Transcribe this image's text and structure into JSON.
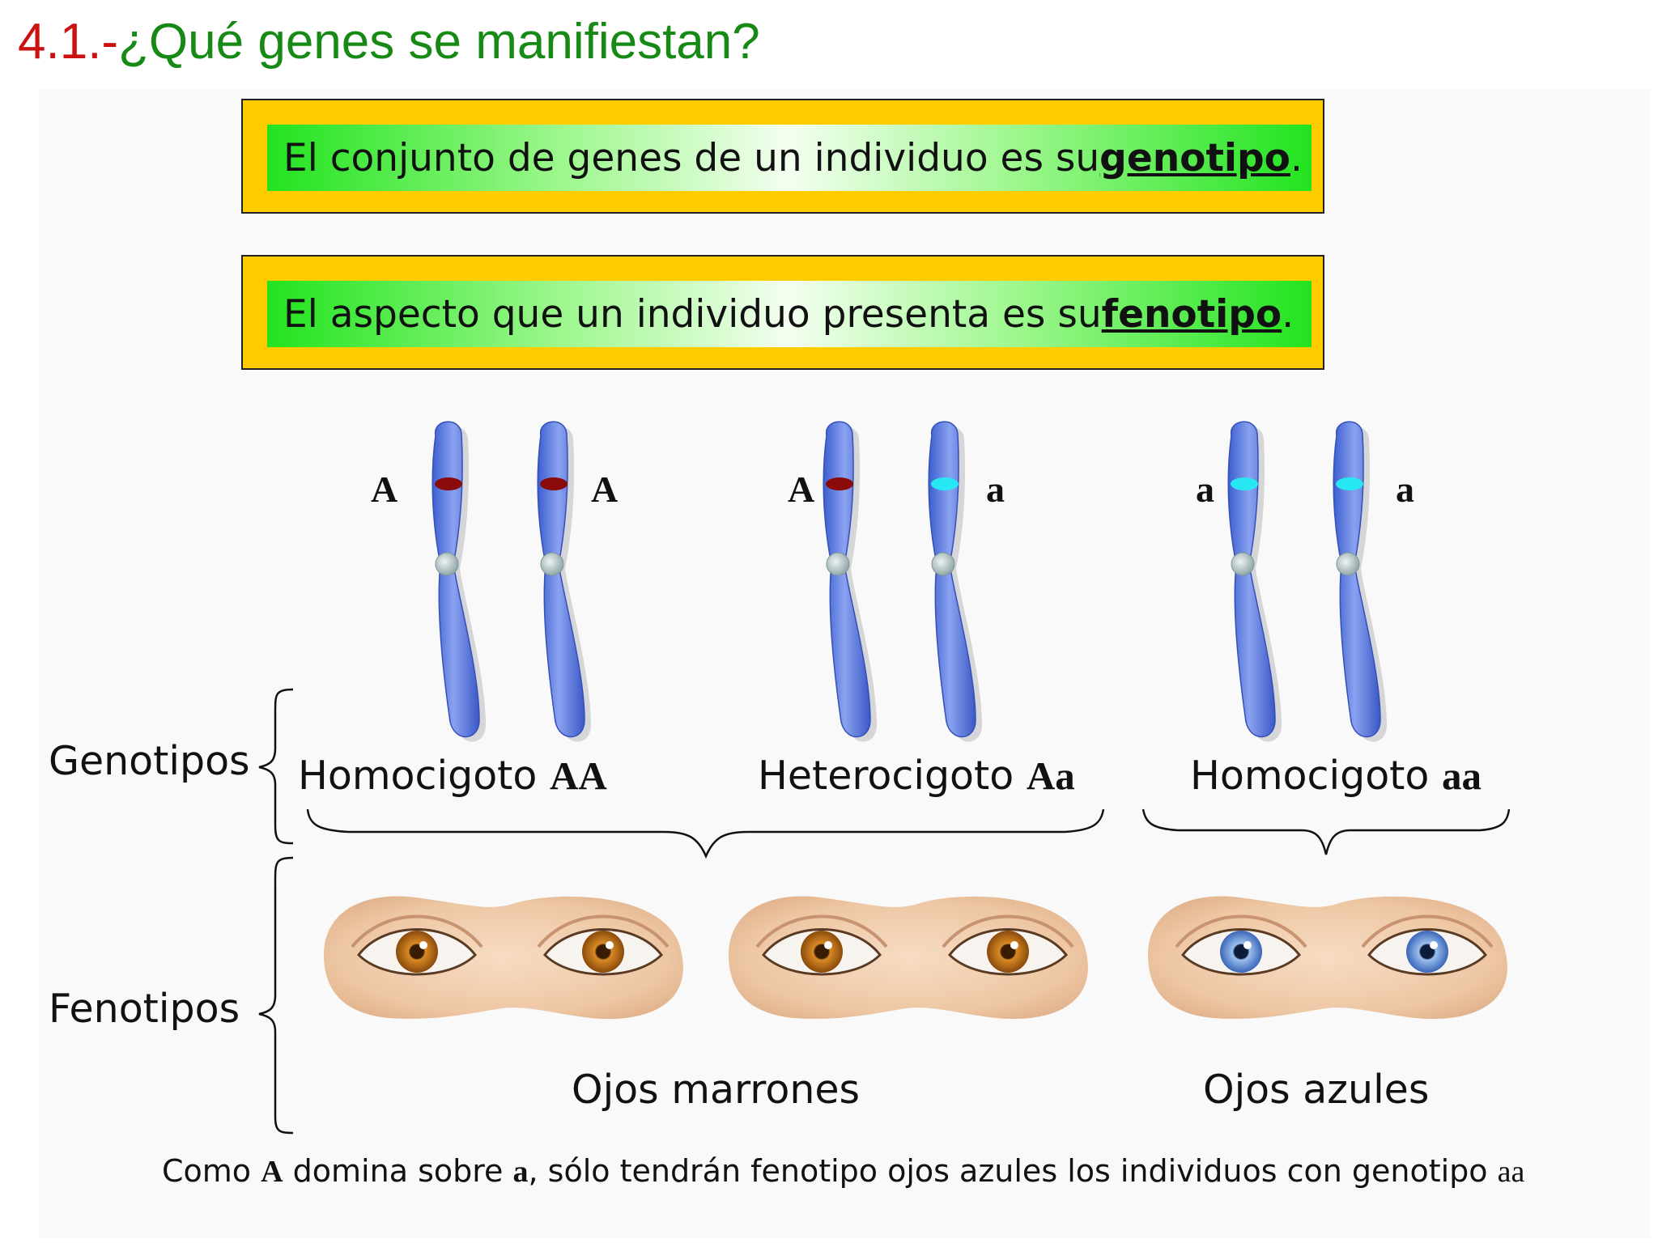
{
  "title": {
    "number": "4.1.-",
    "text": "¿Qué genes se manifiestan?"
  },
  "definitions": [
    {
      "prefix": "El conjunto de genes de un individuo es su ",
      "keyword": "genotipo",
      "suffix": "."
    },
    {
      "prefix": "El aspecto que un individuo presenta es su ",
      "keyword": "fenotipo",
      "suffix": "."
    }
  ],
  "alleles": {
    "pair1": [
      "A",
      "A"
    ],
    "pair2": [
      "A",
      "a"
    ],
    "pair3": [
      "a",
      "a"
    ]
  },
  "colors": {
    "dominant_band": "#8b0a0a",
    "recessive_band": "#27e8f2",
    "chromosome": "#5a79e0",
    "title_number": "#cc1111",
    "title_text": "#178a16",
    "box_outer": "#ffcc00",
    "box_inner": "#22e31f"
  },
  "genotypes": {
    "side_label": "Genotipos",
    "items": [
      {
        "name": "Homocigoto ",
        "code": "AA"
      },
      {
        "name": "Heterocigoto ",
        "code": "Aa"
      },
      {
        "name": "Homocigoto ",
        "code": "aa"
      }
    ]
  },
  "phenotypes": {
    "side_label": "Fenotipos",
    "brown": "Ojos marrones",
    "blue": "Ojos azules"
  },
  "footer": {
    "t1": "Como ",
    "A": "A",
    "t2": " domina sobre ",
    "a": "a",
    "t3": ", sólo tendrán fenotipo ojos azules los individuos con genotipo ",
    "aa": "aa"
  }
}
